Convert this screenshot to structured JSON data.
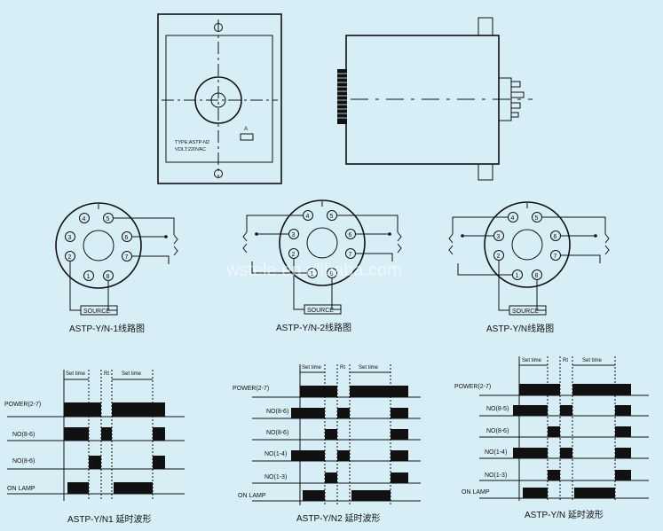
{
  "front_label": {
    "type": "TYPE:ASTP-N2",
    "volt": "VOLT:220VAC",
    "marker": "A"
  },
  "watermark": "wstele.en.alibaba.com",
  "source_label": "SOURCE",
  "pin_numbers": [
    "1",
    "2",
    "3",
    "4",
    "5",
    "6",
    "7",
    "8"
  ],
  "wiring_titles": [
    "ASTP-Y/N-1线路图",
    "ASTP-Y/N-2线路图",
    "ASTP-Y/N线路图"
  ],
  "timing": {
    "set_time": "Set time",
    "rt": "Rt",
    "d1": {
      "title": "ASTP-Y/N1 延时波形",
      "rows": [
        "POWER(2-7)",
        "NO(8-6)",
        "NO(8-6)",
        "ON LAMP"
      ]
    },
    "d2": {
      "title": "ASTP-Y/N2 延时波形",
      "rows": [
        "POWER(2-7)",
        "NO(8-6)",
        "NO(8-6)",
        "NO(1-4)",
        "NO(1-3)",
        "ON LAMP"
      ]
    },
    "d3": {
      "title": "ASTP-Y/N 延时波形",
      "rows": [
        "POWER(2-7)",
        "NO(8-5)",
        "NO(8-6)",
        "NO(1-4)",
        "NO(1-3)",
        "ON LAMP"
      ]
    }
  }
}
